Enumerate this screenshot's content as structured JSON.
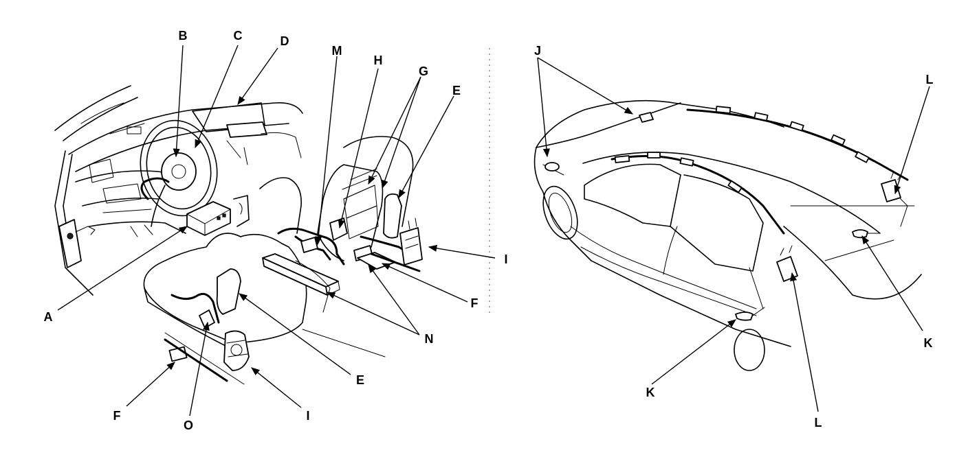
{
  "callouts": {
    "A": "A",
    "B": "B",
    "C": "C",
    "D": "D",
    "E_top": "E",
    "E_bottom": "E",
    "F_right": "F",
    "F_bottom": "F",
    "G": "G",
    "H": "H",
    "I_right": "I",
    "I_bottom": "I",
    "J": "J",
    "K_right": "K",
    "K_bottom": "K",
    "L_top": "L",
    "L_bottom": "L",
    "M": "M",
    "N": "N",
    "O": "O"
  },
  "colors": {
    "line": "#000000",
    "background": "#ffffff"
  }
}
